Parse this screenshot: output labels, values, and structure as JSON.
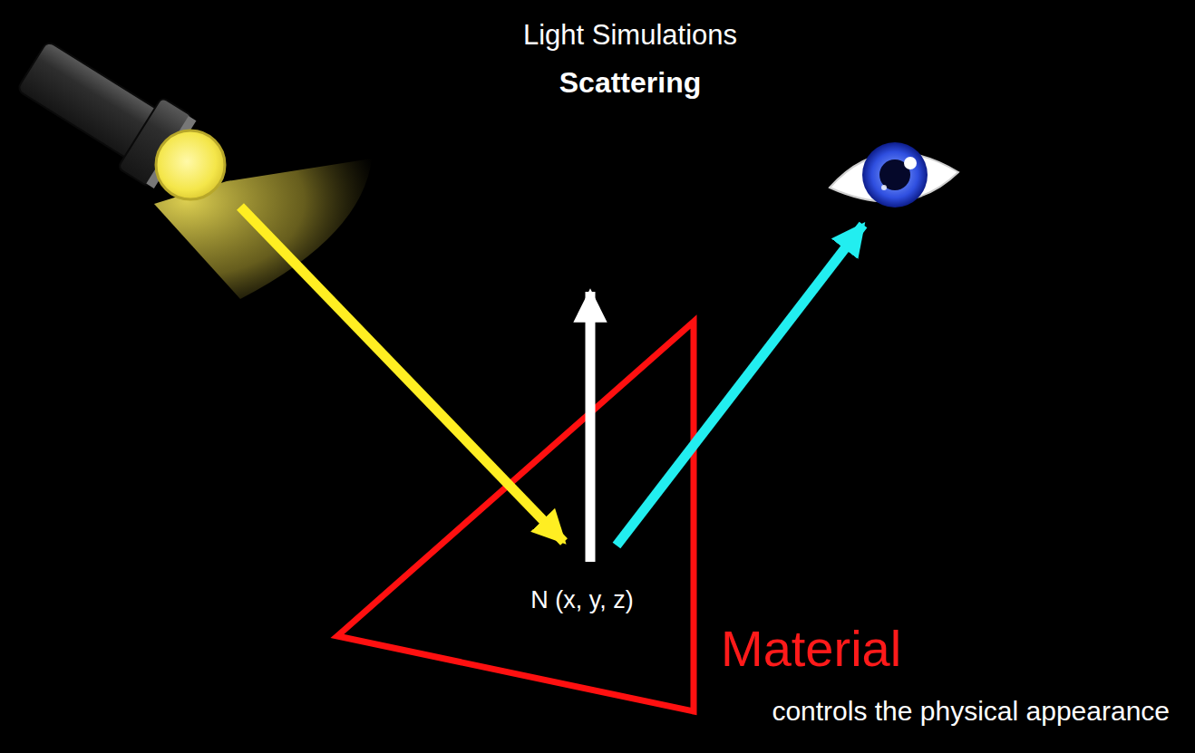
{
  "diagram": {
    "title": "Light Simulations",
    "labels": [
      "Scattering",
      "N (x, y, z)",
      "Material",
      "controls the physical appearance"
    ]
  }
}
